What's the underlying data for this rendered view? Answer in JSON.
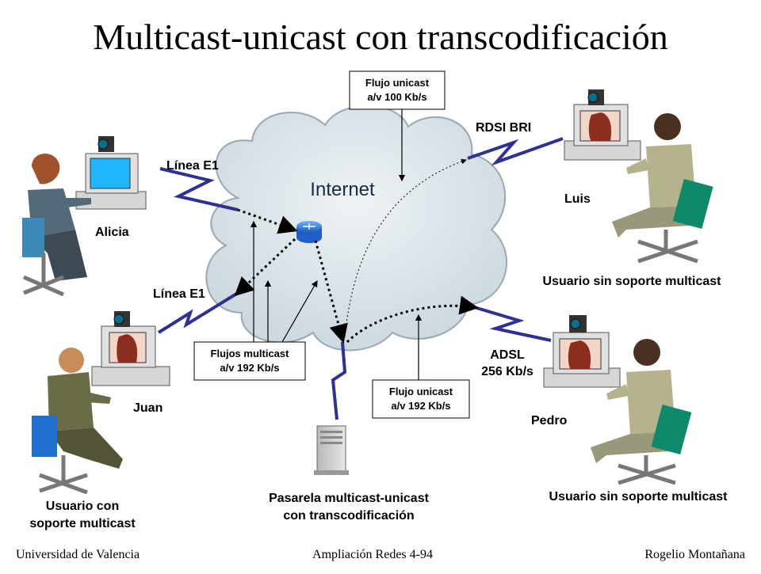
{
  "title": "Multicast-unicast con transcodificación",
  "cloud_label": "Internet",
  "users": {
    "alicia": {
      "name": "Alicia",
      "link": "Línea E1"
    },
    "juan": {
      "name": "Juan",
      "link": "Línea E1",
      "caption_l1": "Usuario con",
      "caption_l2": "soporte multicast"
    },
    "luis": {
      "name": "Luis",
      "link": "RDSI BRI",
      "caption": "Usuario sin soporte multicast"
    },
    "pedro": {
      "name": "Pedro",
      "link_l1": "ADSL",
      "link_l2": "256 Kb/s",
      "caption": "Usuario sin soporte multicast"
    }
  },
  "boxes": {
    "unicast_100": {
      "l1": "Flujo unicast",
      "l2": "a/v 100 Kb/s"
    },
    "multicast_192": {
      "l1": "Flujos multicast",
      "l2": "a/v 192 Kb/s"
    },
    "unicast_192": {
      "l1": "Flujo unicast",
      "l2": "a/v 192 Kb/s"
    }
  },
  "gateway": {
    "l1": "Pasarela multicast-unicast",
    "l2": "con transcodificación"
  },
  "footer": {
    "left": "Universidad de Valencia",
    "center": "Ampliación Redes 4-94",
    "right": "Rogelio Montañana"
  },
  "colors": {
    "link": "#2e3192",
    "cloud": "#d9e2e8",
    "accent": "#ffffff"
  }
}
